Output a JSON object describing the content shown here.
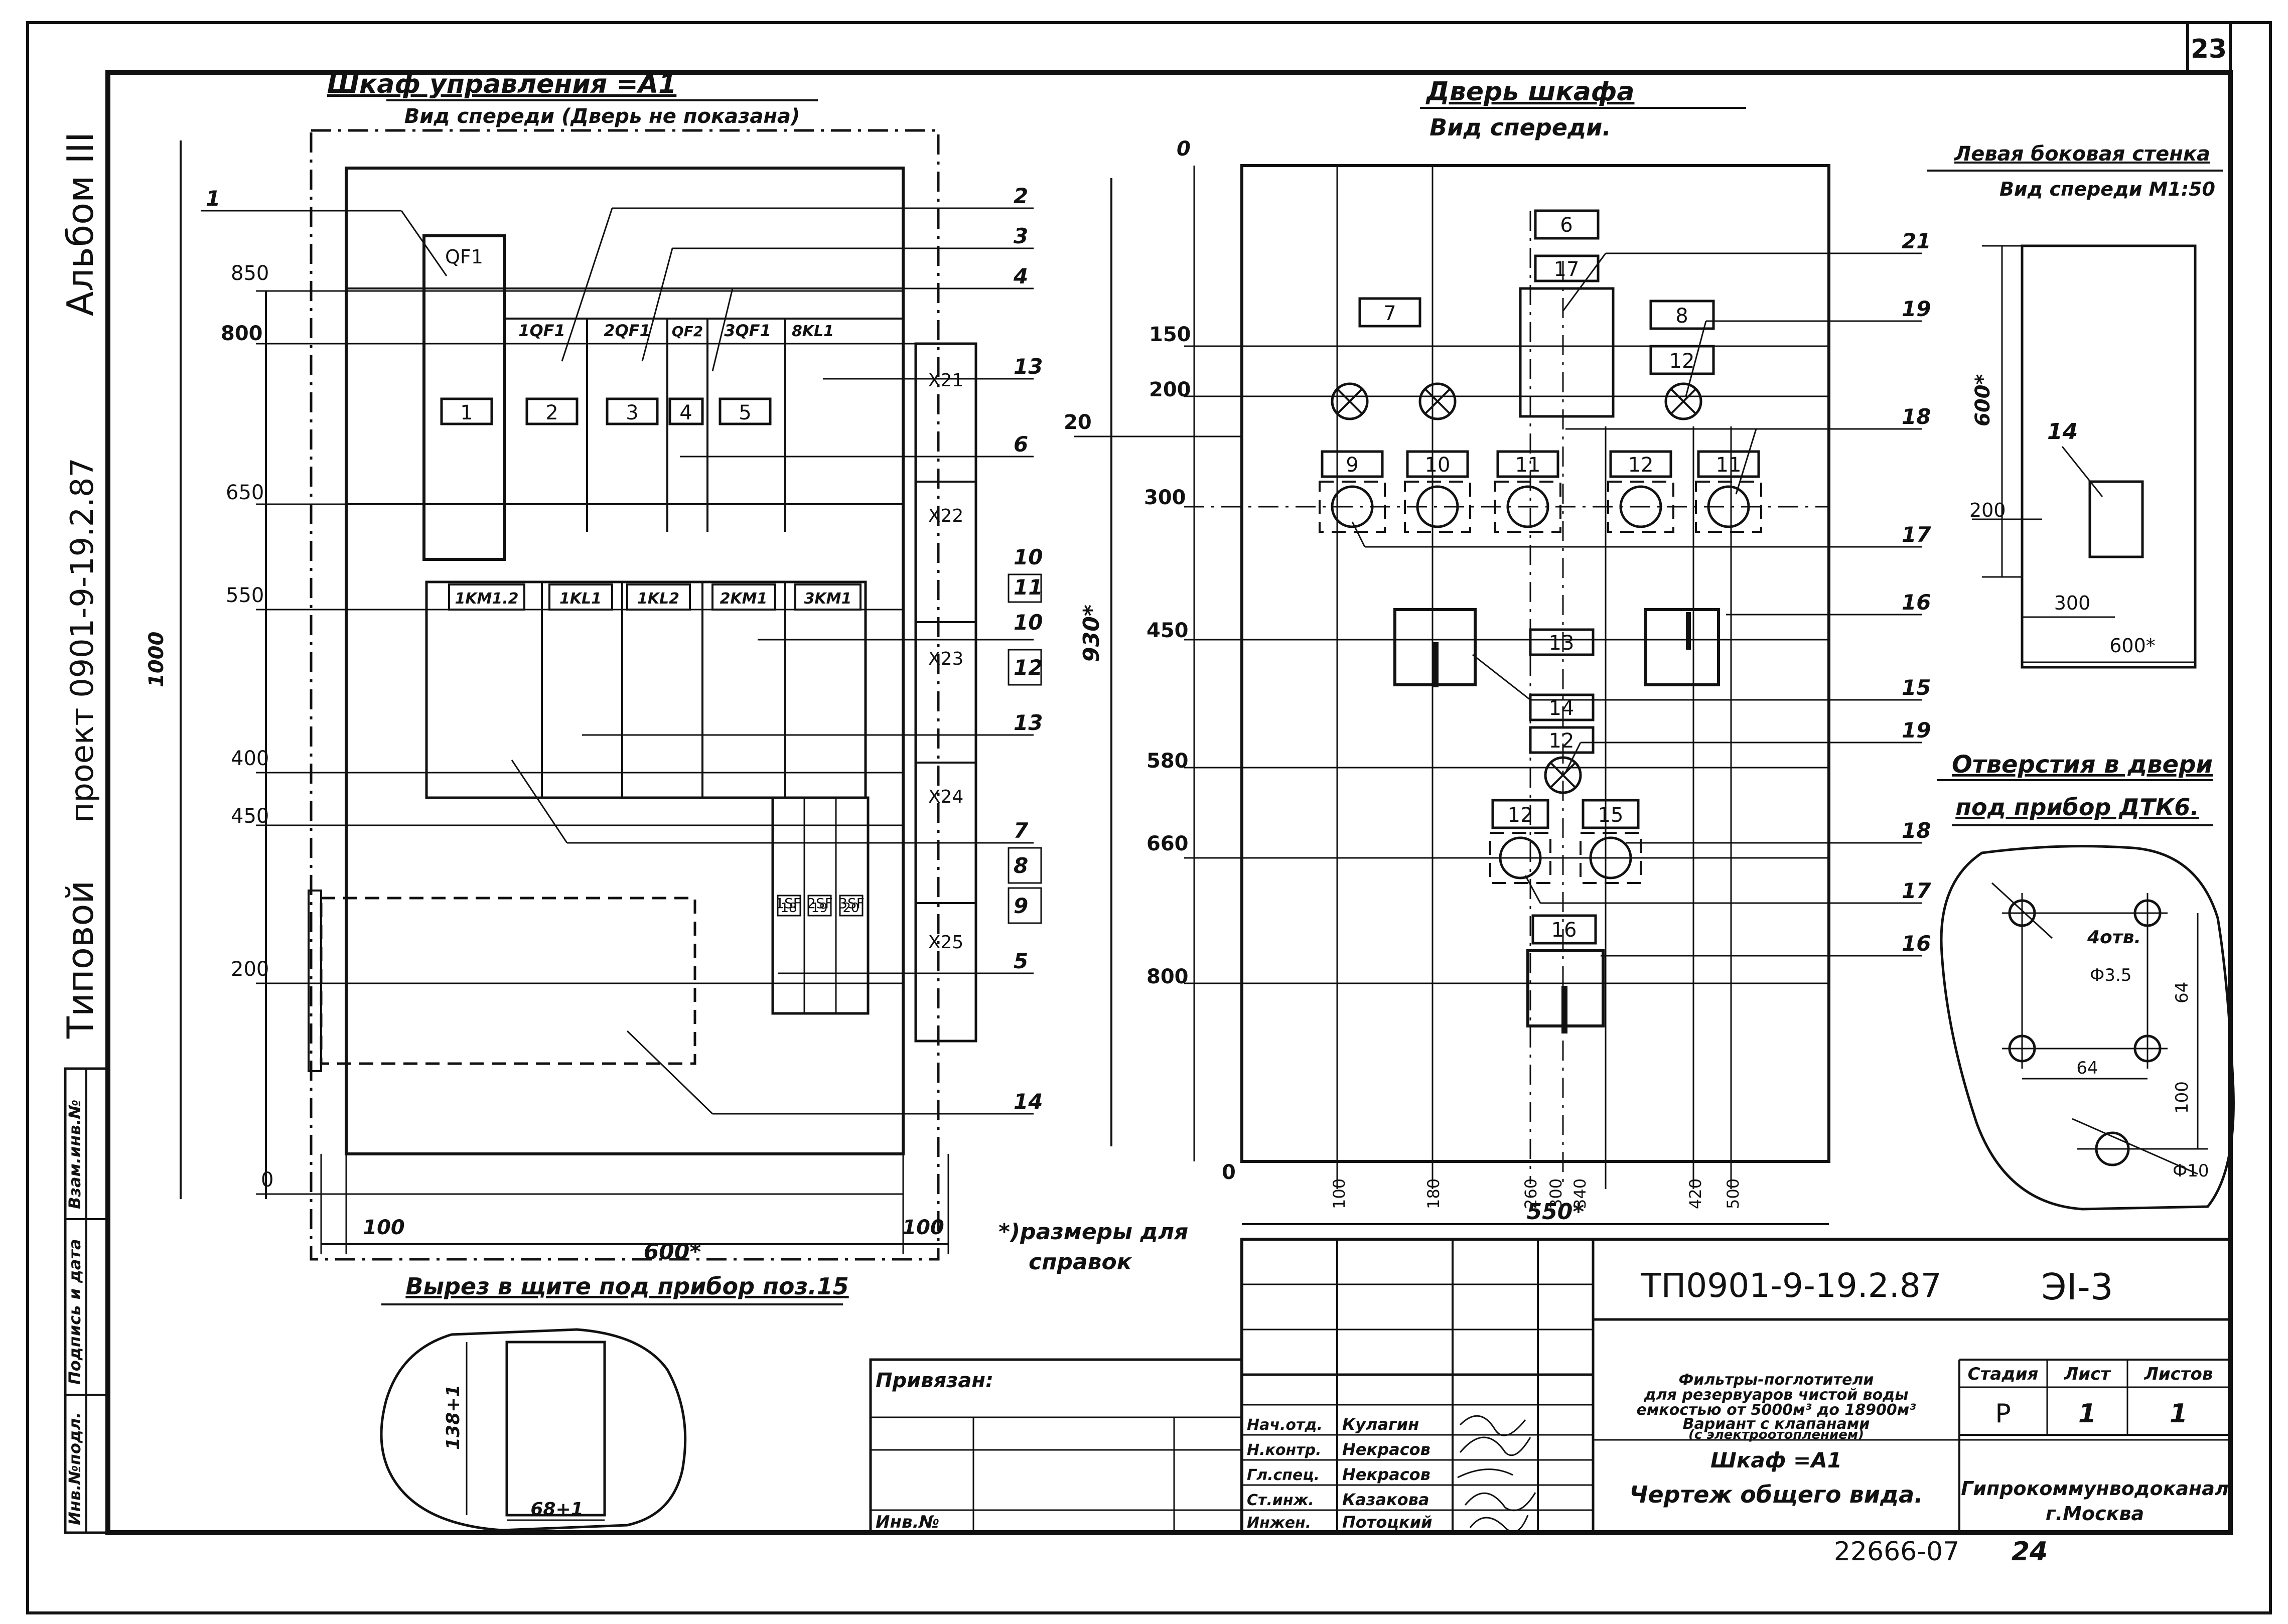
{
  "sheet": {
    "sheet_number": "23",
    "side_stamp": {
      "album": "Альбом III",
      "project": "проект 0901-9-19.2.87",
      "type": "Типовой"
    },
    "side_columns": [
      "Инв.№подл.",
      "Подпись и дата",
      "Взам.инв.№"
    ]
  },
  "front_view": {
    "title": "Шкаф управления =А1",
    "subtitle": "Вид спереди (Дверь не показана)",
    "devices": [
      "QF1",
      "1QF1",
      "2QF1",
      "QF2",
      "3QF1",
      "8KL1",
      "1KM1.2",
      "1KL1",
      "1KL2",
      "2KM1",
      "3KM1",
      "1SF",
      "2SF",
      "3SF",
      "X21",
      "X22",
      "X23",
      "X24",
      "X25"
    ],
    "position_boxes": [
      "1",
      "2",
      "3",
      "4",
      "5",
      "18",
      "19",
      "20"
    ],
    "height_marks": [
      "1000",
      "850",
      "800",
      "650",
      "550",
      "400",
      "450",
      "200",
      "0"
    ],
    "callouts": [
      "1",
      "2",
      "3",
      "4",
      "13",
      "6",
      "10",
      "11",
      "10",
      "12",
      "13",
      "7",
      "8",
      "9",
      "5",
      "14"
    ],
    "bottom_dims": [
      "100",
      "600*",
      "100"
    ]
  },
  "cutout": {
    "title": "Вырез в щите под прибор поз.15",
    "height": "138+1",
    "width": "68+1"
  },
  "door_view": {
    "title": "Дверь шкафа",
    "subtitle": "Вид спереди.",
    "height_marks": [
      "0",
      "150",
      "200",
      "20",
      "300",
      "450",
      "580",
      "660",
      "800",
      "0"
    ],
    "overall_height": "930*",
    "boxes": [
      "6",
      "17",
      "7",
      "8",
      "12",
      "9",
      "10",
      "11",
      "12",
      "11",
      "13",
      "14",
      "12",
      "12",
      "15",
      "16"
    ],
    "callouts": [
      "21",
      "19",
      "18",
      "17",
      "16",
      "15",
      "19",
      "18",
      "17",
      "16"
    ],
    "bottom_dims": [
      "100",
      "180",
      "260",
      "300",
      "340",
      "420",
      "500"
    ],
    "overall_width": "550*"
  },
  "side_view": {
    "title": "Левая боковая стенка",
    "subtitle": "Вид спереди М1:50",
    "height": "600*",
    "mark_200": "200",
    "width_300": "300",
    "width_600": "600*",
    "box": "14"
  },
  "holes_view": {
    "title": "Отверстия в двери",
    "subtitle": "под прибор ДТК6.",
    "holes_note": "4отв.",
    "dia_small": "Ф3.5",
    "dim_64v": "64",
    "dim_64h": "64",
    "dim_100": "100",
    "dia_large": "Ф10"
  },
  "reference_note": {
    "line1": "*)размеры для",
    "line2": "справок"
  },
  "title_block": {
    "doc_code": "ТП0901-9-19.2.87",
    "sheet_code": "ЭI-3",
    "privyazan": "Привязан:",
    "inv": "Инв.№",
    "roles": [
      {
        "role": "Нач.отд.",
        "name": "Кулагин"
      },
      {
        "role": "Н.контр.",
        "name": "Некрасов"
      },
      {
        "role": "Гл.спец.",
        "name": "Некрасов"
      },
      {
        "role": "Ст.инж.",
        "name": "Казакова"
      },
      {
        "role": "Инжен.",
        "name": "Потоцкий"
      }
    ],
    "description": [
      "Фильтры-поглотители",
      "для резервуаров чистой воды",
      "емкостью от 5000м³ до 18900м³",
      "Вариант с клапанами",
      "(с электроотоплением)"
    ],
    "drawing_name_1": "Шкаф =А1",
    "drawing_name_2": "Чертеж общего вида.",
    "stage_header": "Стадия",
    "sheet_header": "Лист",
    "sheets_header": "Листов",
    "stage": "Р",
    "sheet": "1",
    "sheets": "1",
    "org_1": "Гипрокоммунводоканал",
    "org_2": "г.Москва",
    "archive_number": "22666-07",
    "page": "24"
  }
}
